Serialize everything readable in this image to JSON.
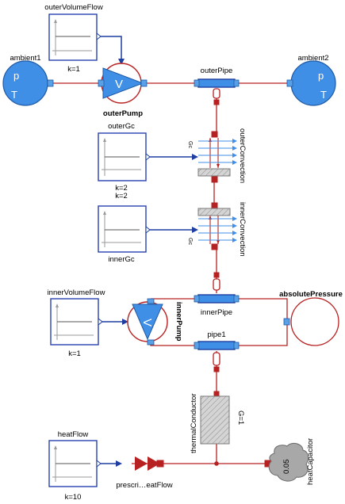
{
  "colors": {
    "wire": "#b82121",
    "signal": "#1f3fa0",
    "fluid": "#3f8fe6",
    "block_border": "#2840b0"
  },
  "components": {
    "outer_volume_flow": {
      "name": "outerVolumeFlow",
      "param": "k=1"
    },
    "ambient1": {
      "name": "ambient1",
      "p": "p",
      "T": "T"
    },
    "outer_pump": {
      "name": "outerPump",
      "symbol": "V"
    },
    "outer_pipe": {
      "name": "outerPipe"
    },
    "ambient2": {
      "name": "ambient2",
      "p": "p",
      "T": "T"
    },
    "outer_gc": {
      "name": "outerGc",
      "param": "k=2"
    },
    "outer_convection": {
      "name": "outerConvection",
      "port": "Gc"
    },
    "inner_gc": {
      "name": "innerGc",
      "param": "k=2"
    },
    "inner_convection": {
      "name": "innerConvection",
      "port": "Gc"
    },
    "inner_volume_flow": {
      "name": "innerVolumeFlow",
      "param": "k=1"
    },
    "inner_pump": {
      "name": "innerPump",
      "symbol": "V"
    },
    "inner_pipe": {
      "name": "innerPipe"
    },
    "absolute_pressure": {
      "name": "absolutePressure"
    },
    "pipe1": {
      "name": "pipe1"
    },
    "thermal_conductor": {
      "name": "thermalConductor",
      "param": "G=1"
    },
    "heat_flow": {
      "name": "heatFlow",
      "param": "k=10"
    },
    "prescribed_heat_flow": {
      "name": "prescri…eatFlow"
    },
    "heat_capacitor": {
      "name": "heatCapacitor",
      "value": "0.05"
    }
  }
}
